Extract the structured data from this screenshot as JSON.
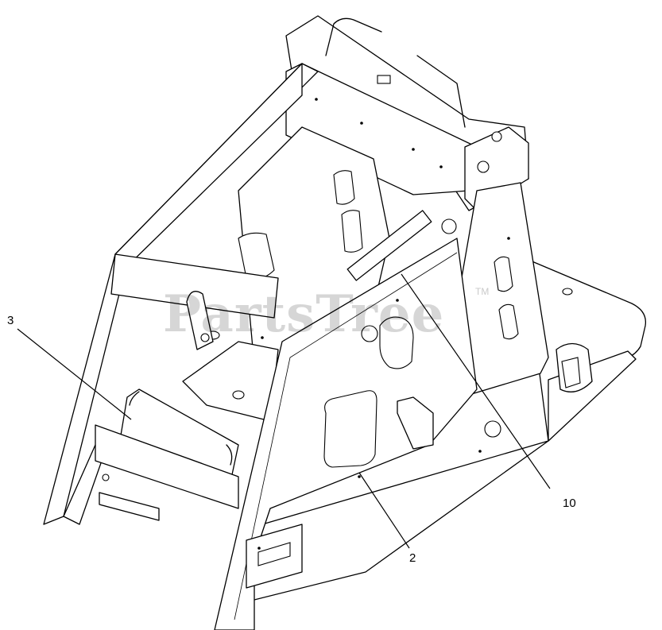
{
  "watermark": {
    "text": "PartsTree",
    "trademark": "TM"
  },
  "callouts": [
    {
      "id": "3",
      "label": "3"
    },
    {
      "id": "10",
      "label": "10"
    },
    {
      "id": "2",
      "label": "2"
    }
  ]
}
